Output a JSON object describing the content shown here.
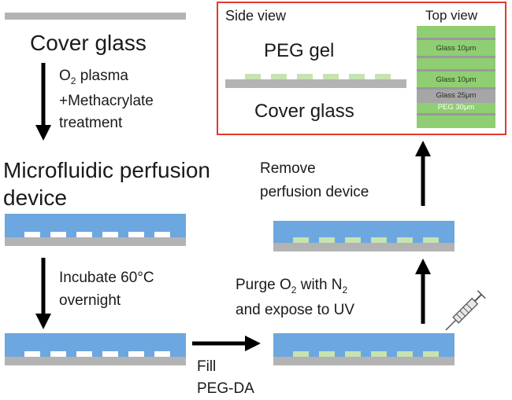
{
  "steps": {
    "cover_glass": "Cover glass",
    "plasma_line1": "O",
    "plasma_sub": "2",
    "plasma_line1_rest": " plasma",
    "plasma_line2": "+Methacrylate",
    "plasma_line3": "treatment",
    "device_line1": "Microfluidic perfusion",
    "device_line2": "device",
    "incubate_line1": "Incubate 60°C",
    "incubate_line2": "overnight",
    "fill_line1": "Fill",
    "fill_line2": "PEG-DA",
    "purge_line1_a": "Purge O",
    "purge_line1_sub1": "2",
    "purge_line1_b": " with N",
    "purge_line1_sub2": "2",
    "purge_line2": "and expose to UV",
    "remove_line1": "Remove",
    "remove_line2": "perfusion device"
  },
  "result_box": {
    "side_view_title": "Side view",
    "top_view_title": "Top view",
    "peg_gel_label": "PEG gel",
    "cover_glass_label": "Cover glass",
    "strip_labels": [
      "Glass 10μm",
      "Glass 10μm",
      "Glass 25μm",
      "PEG 30μm"
    ]
  },
  "colors": {
    "box_border": "#e23a2c",
    "glass_gray": "#b3b3b3",
    "device_blue": "#6da7df",
    "peg_green": "#c6e3b0",
    "top_view_green": "#8fce73"
  }
}
